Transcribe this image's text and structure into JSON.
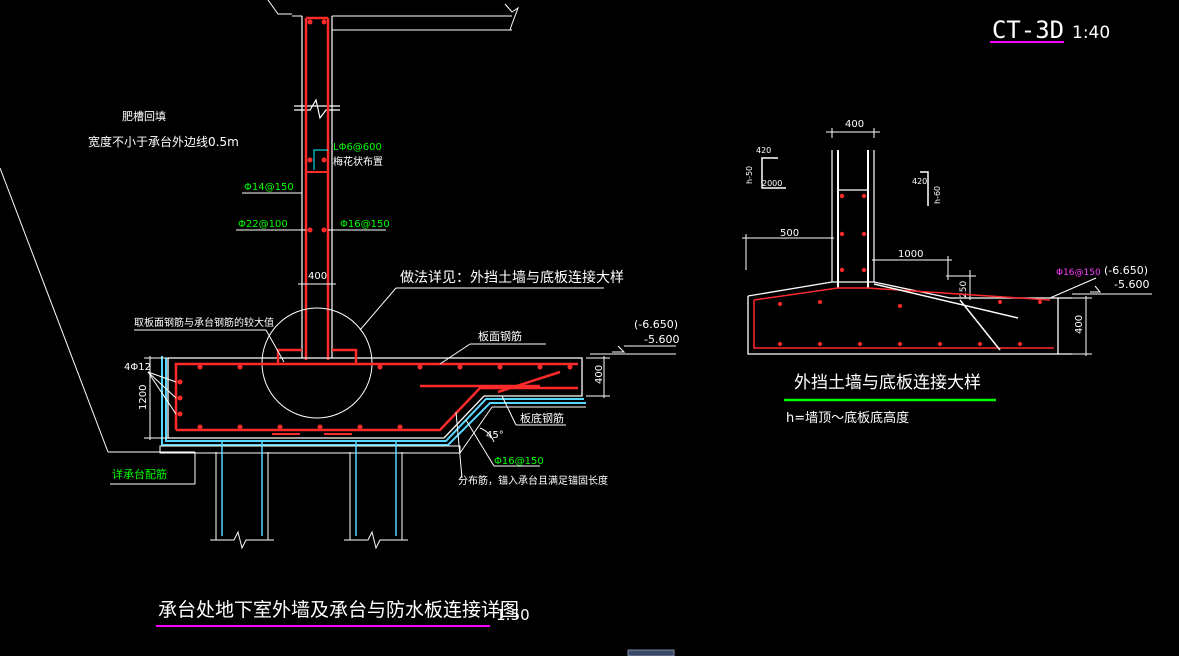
{
  "sheet": {
    "code": "CT-3D",
    "scale": "1:40"
  },
  "main_detail": {
    "title": "承台处地下室外墙及承台与防水板连接详图",
    "scale": "1:50",
    "backfill_note_1": "肥槽回填",
    "backfill_note_2": "宽度不小于承台外边线0.5m",
    "wall_width": "400",
    "tie_bar": "LΦ6@600",
    "tie_note": "梅花状布置",
    "rebar_a": "Φ14@150",
    "rebar_b": "Φ22@100",
    "rebar_c": "Φ16@150",
    "callout": "做法详见：外挡土墙与底板连接大样",
    "top_bar_note": "取板面钢筋与承台钢筋的较大值",
    "slab_top_bar": "板面钢筋",
    "slab_bottom_bar": "板底钢筋",
    "level_1": "(-6.650)",
    "level_2": "-5.600",
    "slab_thickness": "400",
    "side_bars": "4Φ12",
    "cap_height": "1200",
    "slope_angle": "45°",
    "slope_bar": "Φ16@150",
    "dist_bar_note": "分布筋，锚入承台且满足锚固长度",
    "cap_reinf_note": "详承台配筋"
  },
  "enlarged_detail": {
    "title": "外挡土墙与底板连接大样",
    "legend": "h=墙顶～底板底高度",
    "wall_width": "400",
    "hook_1": "420",
    "hook_1_h": "h-50",
    "hook_1_len": "2000",
    "hook_2": "420",
    "hook_2_h": "h-60",
    "dim_500": "500",
    "dim_1000": "1000",
    "dim_250": "250",
    "rebar": "Φ16@150",
    "level_1": "(-6.650)",
    "level_2": "-5.600",
    "slab_thickness": "400"
  },
  "colors": {
    "background": "#000000",
    "concrete": "#ffffff",
    "rebar": "#ff2a2a",
    "dim_text": "#00ff00",
    "waterproof": "#55d6ff",
    "underline": "#ff00ff",
    "underline_green": "#00ff00",
    "magenta_text": "#ff3dff"
  }
}
